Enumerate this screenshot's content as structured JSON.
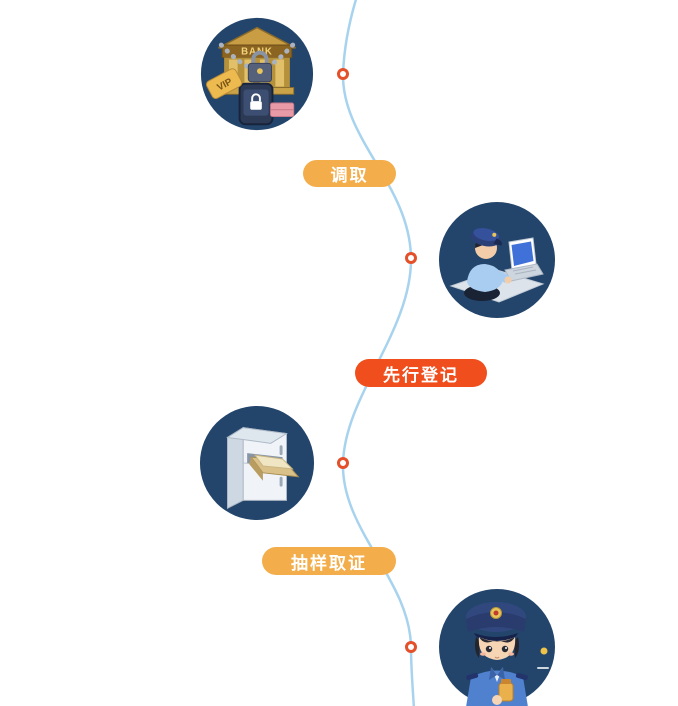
{
  "colors": {
    "page-bg": "#ffffff",
    "line": "#a8d3ee",
    "node-ring": "#e4502a",
    "pill-yellow": "#f3ae4b",
    "pill-red": "#f04e1d",
    "pill-text": "#ffffff",
    "icon-bg": "#23456b"
  },
  "steps": {
    "label1": "调取",
    "label2": "先行登记",
    "label3": "抽样取证"
  },
  "icons": {
    "bank": {
      "name": "bank-seizure-icon",
      "bank_sign": "BANK",
      "vip_tag": "VIP"
    },
    "officer_computer": {
      "name": "officer-computer-icon"
    },
    "cabinet": {
      "name": "evidence-cabinet-icon"
    },
    "officer_sample": {
      "name": "officer-sample-icon"
    }
  }
}
